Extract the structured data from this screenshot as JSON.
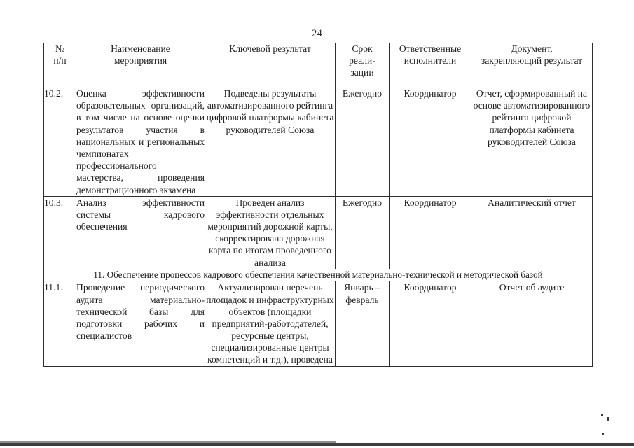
{
  "page": {
    "number": "24"
  },
  "table": {
    "headers": [
      "№\nп/п",
      "Наименование\nмероприятия",
      "Ключевой результат",
      "Срок\nреали-\nзации",
      "Ответственные\nисполнители",
      "Документ,\nзакрепляющий результат"
    ],
    "header_num": "№",
    "header_num_sub": "п/п",
    "header_event_l1": "Наименование",
    "header_event_l2": "мероприятия",
    "header_result": "Ключевой результат",
    "header_term_l1": "Срок",
    "header_term_l2": "реали-",
    "header_term_l3": "зации",
    "header_exec_l1": "Ответственные",
    "header_exec_l2": "исполнители",
    "header_doc_l1": "Документ,",
    "header_doc_l2": "закрепляющий результат",
    "rows": [
      {
        "num": "10.2.",
        "event": "Оценка эффективности образовательных организаций, в том числе на основе оценки результатов участия в национальных и региональных чемпионатах профессионального мастерства, проведения демонстрационного экзамена",
        "result": "Подведены результаты автоматизированного рейтинга цифровой платформы кабинета руководителей Союза",
        "term": "Ежегодно",
        "executor": "Координатор",
        "document": "Отчет, сформированный на основе автоматизированного рейтинга цифровой платформы кабинета руководителей Союза"
      },
      {
        "num": "10.3.",
        "event": "Анализ эффективности системы кадрового обеспечения",
        "result": "Проведен анализ эффективности отдельных мероприятий дорожной карты, скорректирована дорожная карта по итогам проведенного анализа",
        "term": "Ежегодно",
        "executor": "Координатор",
        "document": "Аналитический отчет"
      }
    ],
    "section": {
      "label": "11. Обеспечение процессов кадрового обеспечения качественной материально-технической и методической базой"
    },
    "rows_after_section": [
      {
        "num": "11.1.",
        "event": "Проведение периодического аудита материально-технической базы для подготовки рабочих и специалистов",
        "result": "Актуализирован перечень площадок и инфраструктурных объектов (площадки предприятий-работодателей, ресурсные центры, специализированные центры компетенций и т.д.), проведена",
        "term": "Январь – февраль",
        "executor": "Координатор",
        "document": "Отчет об аудите"
      }
    ]
  }
}
